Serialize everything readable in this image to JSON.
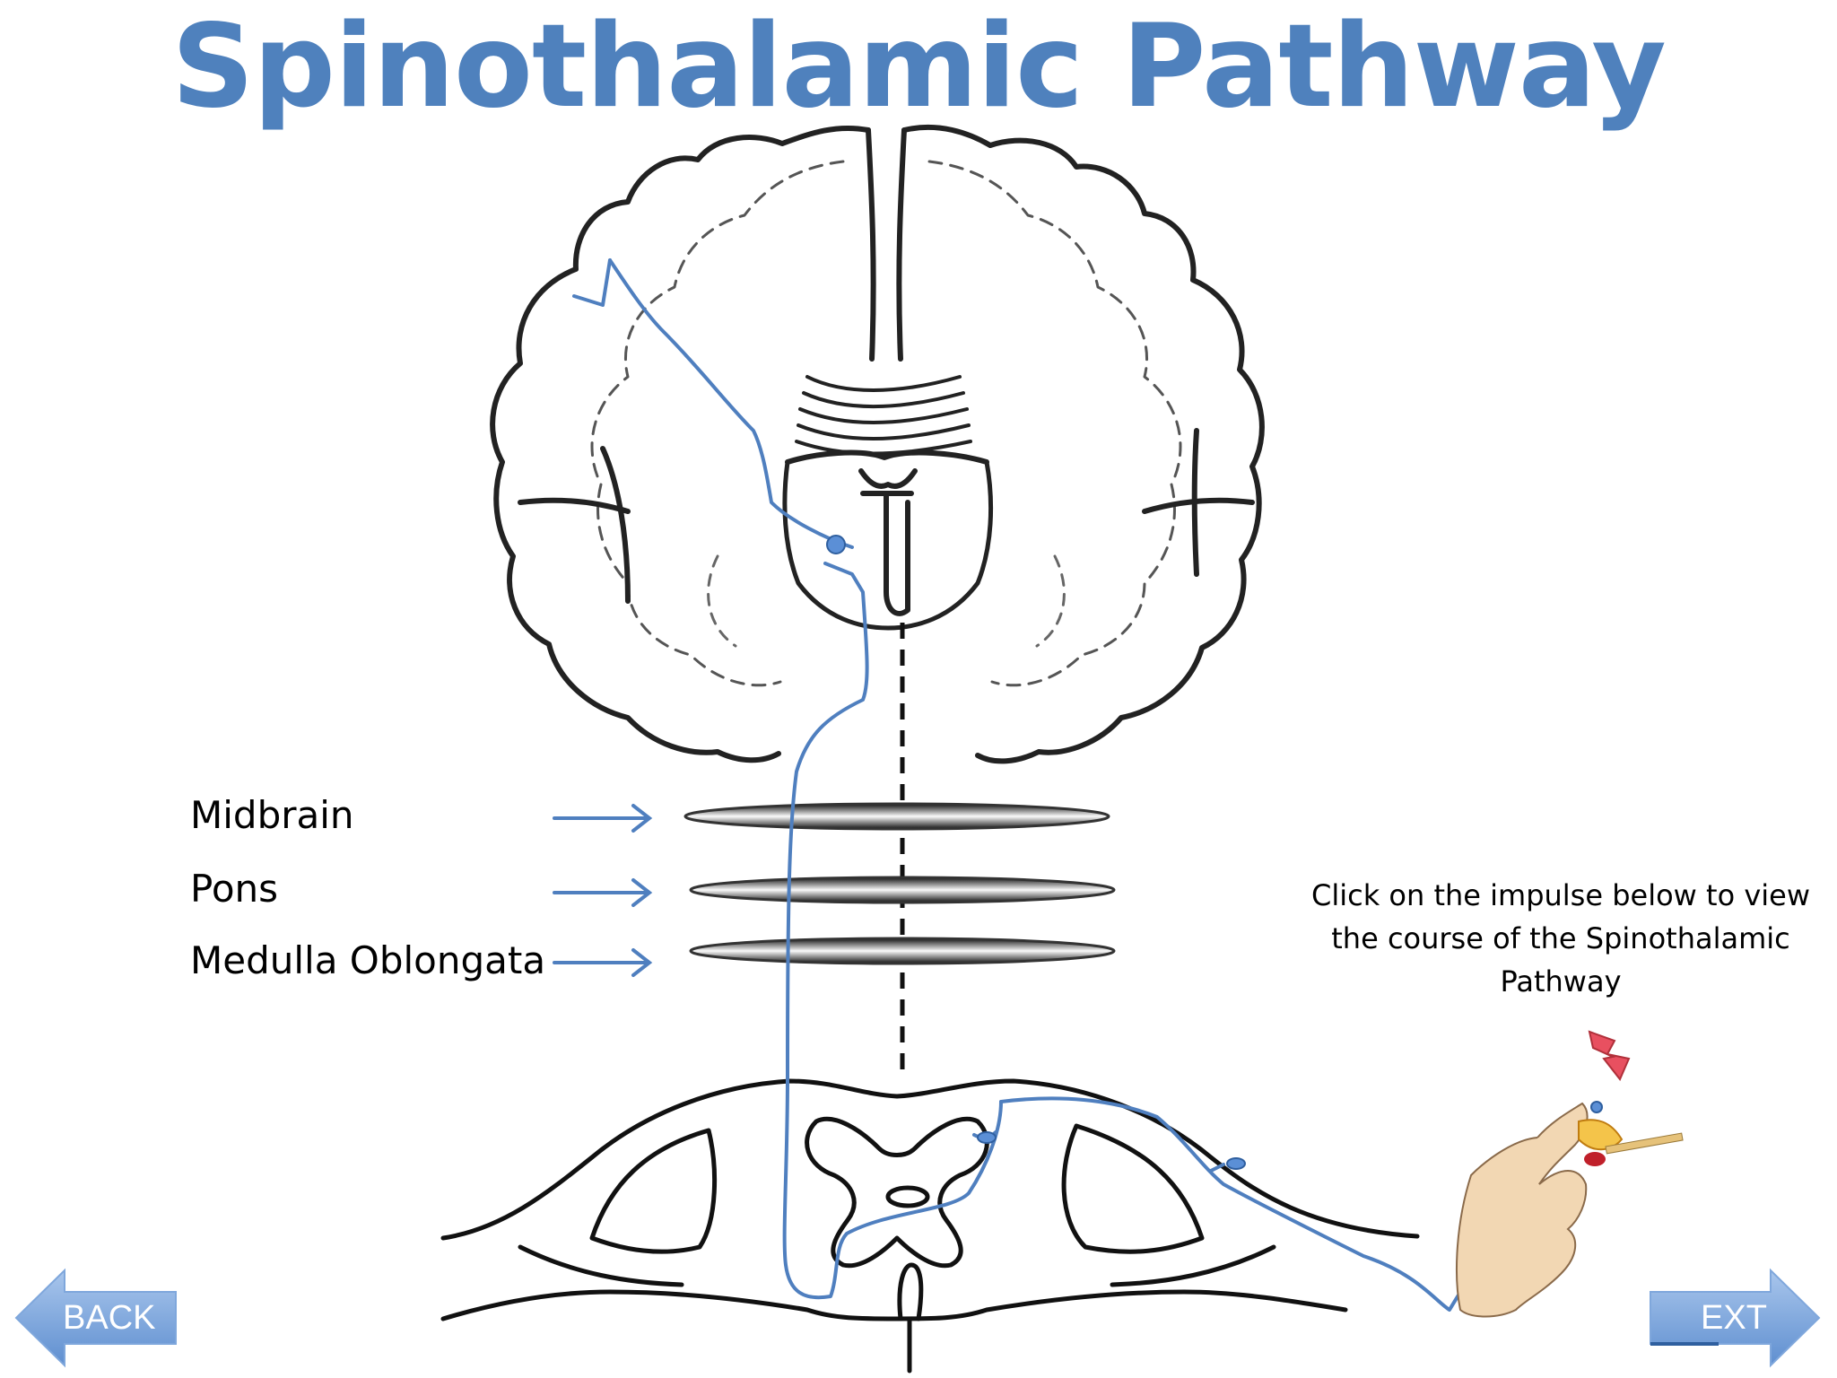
{
  "title": "Spinothalamic Pathway",
  "levels": {
    "midbrain": "Midbrain",
    "pons": "Pons",
    "medulla": "Medulla Oblongata"
  },
  "instruction": {
    "line1": "Click on the impulse below to view",
    "line2": "the course of the Spinothalamic",
    "line3": "Pathway"
  },
  "nav": {
    "back_label": "BACK",
    "next_label": "EXT"
  },
  "colors": {
    "title": "#4f81bd",
    "pathway": "#4f7fbf",
    "button": "#8db4e2",
    "impulse": "#e85060"
  }
}
